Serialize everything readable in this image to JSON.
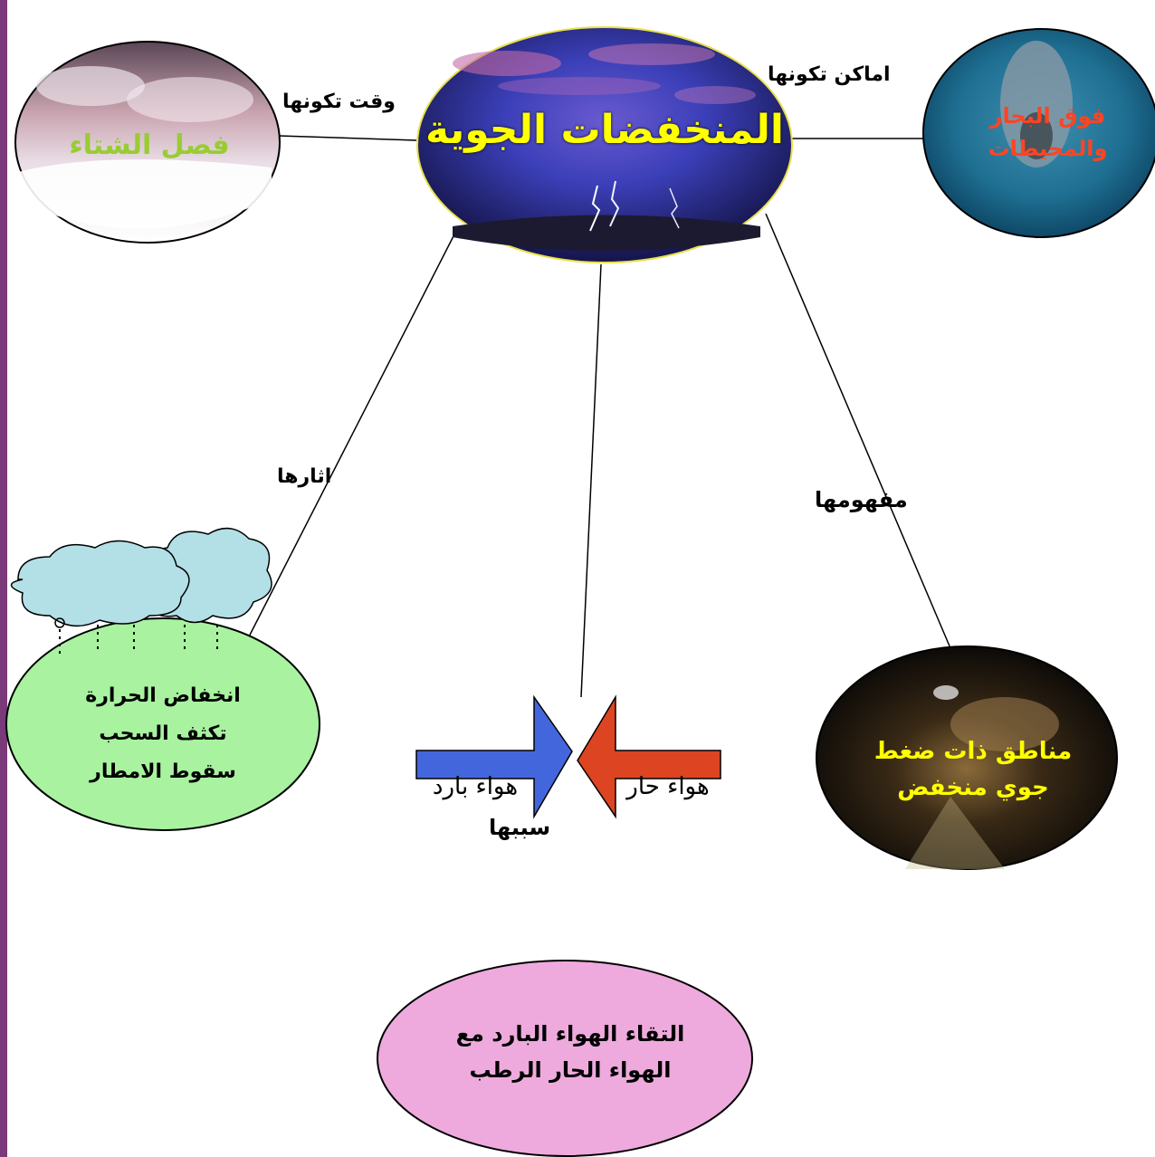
{
  "colors": {
    "left_border": "#7a3a7a",
    "winter_text": "#99cc33",
    "sea_text": "#ff4422",
    "concept_text": "#ffff00",
    "effects_fill": "#a8f2a0",
    "cause_fill": "#eeaadd",
    "cold_arrow": "#4466dd",
    "hot_arrow": "#dd4422",
    "cloud_fill": "#b3e0e6"
  },
  "center": {
    "title": "المنخفضات الجوية"
  },
  "links": {
    "time": "وقت تكونها",
    "places": "اماكن تكونها",
    "effects": "اثارها",
    "concept": "مفهومها",
    "cause": "سببها"
  },
  "nodes": {
    "winter": {
      "text": "فصل الشتاء"
    },
    "sea": {
      "line1": "فوق البحار",
      "line2": "والمحيطات"
    },
    "effects": {
      "line1": "انخفاض الحرارة",
      "line2": "تكثف السحب",
      "line3": "سقوط الامطار"
    },
    "concept": {
      "line1": "مناطق ذات ضغط",
      "line2": "جوي منخفض"
    },
    "cause": {
      "line1": "التقاء الهواء البارد مع",
      "line2": "الهواء الحار الرطب",
      "cold_label": "هواء بارد",
      "hot_label": "هواء حار"
    }
  }
}
